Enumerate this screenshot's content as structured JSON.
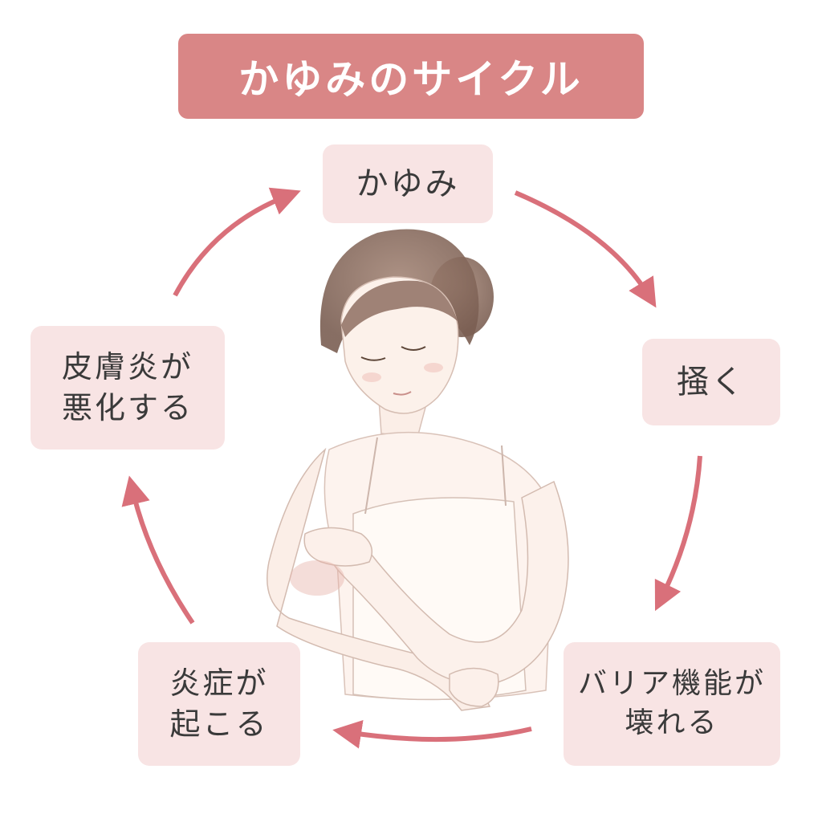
{
  "title": "かゆみのサイクル",
  "nodes": {
    "itch": {
      "lines": [
        "かゆみ"
      ]
    },
    "scratch": {
      "lines": [
        "掻く"
      ]
    },
    "barrier": {
      "lines": [
        "バリア機能が",
        "壊れる"
      ]
    },
    "inflammation": {
      "lines": [
        "炎症が",
        "起こる"
      ]
    },
    "dermatitis": {
      "lines": [
        "皮膚炎が",
        "悪化する"
      ]
    }
  },
  "colors": {
    "title_bg": "#d98686",
    "node_bg": "#f8e4e4",
    "arrow": "#d9707a",
    "text": "#3a3a3a"
  },
  "illustration": "woman-scratching-arm-illustration"
}
